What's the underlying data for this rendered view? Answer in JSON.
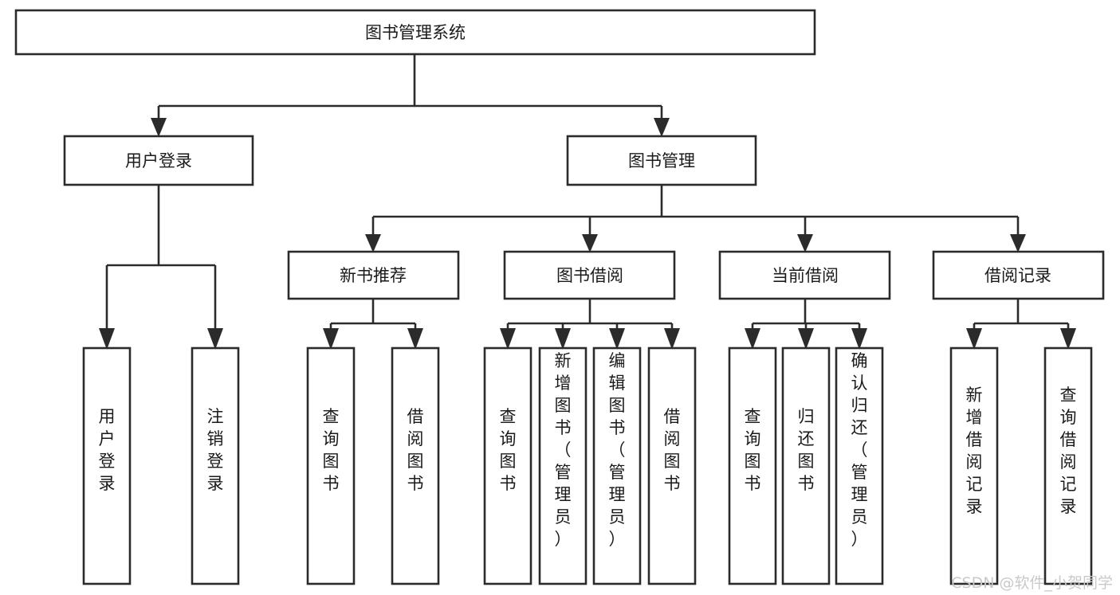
{
  "diagram": {
    "title": "图书管理系统",
    "type": "hierarchy-tree",
    "root": {
      "label": "图书管理系统",
      "orientation": "horizontal"
    },
    "level1": [
      {
        "label": "用户登录",
        "orientation": "horizontal"
      },
      {
        "label": "图书管理",
        "orientation": "horizontal"
      }
    ],
    "level2": [
      {
        "label": "新书推荐",
        "orientation": "horizontal",
        "parent": "图书管理"
      },
      {
        "label": "图书借阅",
        "orientation": "horizontal",
        "parent": "图书管理"
      },
      {
        "label": "当前借阅",
        "orientation": "horizontal",
        "parent": "图书管理"
      },
      {
        "label": "借阅记录",
        "orientation": "horizontal",
        "parent": "图书管理"
      }
    ],
    "leaves": [
      {
        "label": "用户登录",
        "orientation": "vertical",
        "parent": "用户登录"
      },
      {
        "label": "注销登录",
        "orientation": "vertical",
        "parent": "用户登录"
      },
      {
        "label": "查询图书",
        "orientation": "vertical",
        "parent": "新书推荐"
      },
      {
        "label": "借阅图书",
        "orientation": "vertical",
        "parent": "新书推荐"
      },
      {
        "label": "查询图书",
        "orientation": "vertical",
        "parent": "图书借阅"
      },
      {
        "label": "新增图书（管理员）",
        "orientation": "vertical",
        "parent": "图书借阅"
      },
      {
        "label": "编辑图书（管理员）",
        "orientation": "vertical",
        "parent": "图书借阅"
      },
      {
        "label": "借阅图书",
        "orientation": "vertical",
        "parent": "图书借阅"
      },
      {
        "label": "查询图书",
        "orientation": "vertical",
        "parent": "当前借阅"
      },
      {
        "label": "归还图书",
        "orientation": "vertical",
        "parent": "当前借阅"
      },
      {
        "label": "确认归还（管理员）",
        "orientation": "vertical",
        "parent": "当前借阅"
      },
      {
        "label": "新增借阅记录",
        "orientation": "vertical",
        "parent": "借阅记录"
      },
      {
        "label": "查询借阅记录",
        "orientation": "vertical",
        "parent": "借阅记录"
      }
    ]
  },
  "watermark": {
    "text": "CSDN @软件_小贺同学"
  },
  "colors": {
    "background": "#ffffff",
    "stroke": "#2b2b2b",
    "text": "#1a1a1a",
    "watermark": "#c9c9c9"
  }
}
